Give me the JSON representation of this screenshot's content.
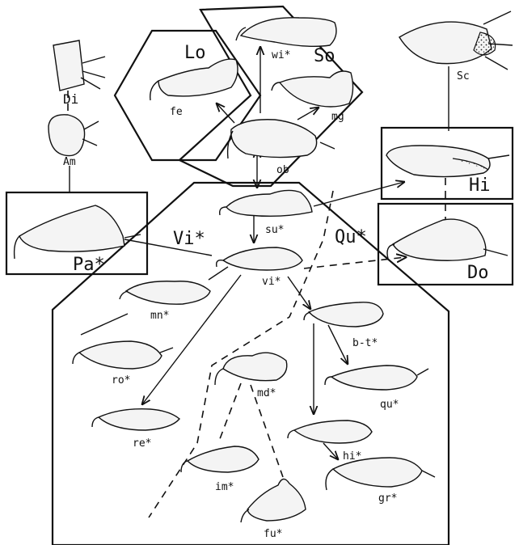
{
  "groups": {
    "Lo": "Lo",
    "So": "So",
    "Vi": "Vi*",
    "Qu": "Qu*",
    "Pa": "Pa*",
    "Hi": "Hi",
    "Do": "Do"
  },
  "specimens": {
    "Di": "Di",
    "Am": "Am",
    "Sc": "Sc",
    "wi": "wi*",
    "fe": "fe",
    "mg": "mg",
    "ob": "ob",
    "su": "su*",
    "vi": "vi*",
    "mn": "mn*",
    "ro": "ro*",
    "re": "re*",
    "b-t": "b-t*",
    "qu": "qu*",
    "md": "md*",
    "hi": "hi*",
    "gr": "gr*",
    "im": "im*",
    "fu": "fu*"
  },
  "colors": {
    "ink": "#111111",
    "paper": "#ffffff",
    "stipple": "#333333"
  }
}
